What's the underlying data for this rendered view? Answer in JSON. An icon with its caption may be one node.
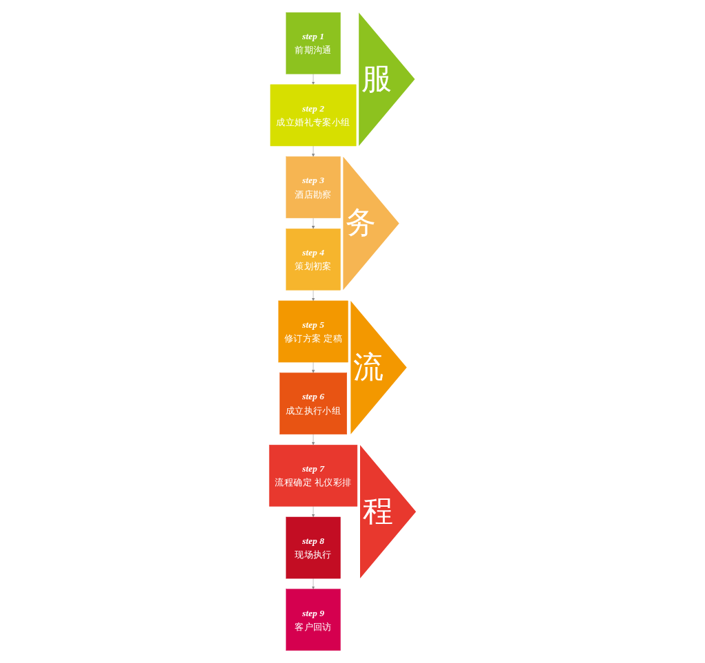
{
  "diagram": {
    "nodes": [
      {
        "text": [
          "step 1",
          "前期沟通"
        ]
      },
      {
        "text": [
          "step 2",
          "成立婚礼专案小组"
        ]
      },
      {
        "text": [
          "step 3",
          "酒店勘察"
        ]
      },
      {
        "text": [
          "step 4",
          "策划初案"
        ]
      },
      {
        "text": [
          "step 5",
          "修订方案 定稿"
        ]
      },
      {
        "text": [
          "step 6",
          "成立执行小组"
        ]
      },
      {
        "text": [
          "step 7",
          "流程确定 礼仪彩排"
        ]
      },
      {
        "text": [
          "step 8",
          "现场执行"
        ]
      },
      {
        "text": [
          "step 9",
          "客户回访"
        ]
      }
    ],
    "edges": [
      {
        "from": 0,
        "to": 1,
        "arrow": "to"
      },
      {
        "from": 1,
        "to": 2,
        "arrow": "to"
      },
      {
        "from": 2,
        "to": 3,
        "arrow": "to"
      },
      {
        "from": 3,
        "to": 4,
        "arrow": "to"
      },
      {
        "from": 4,
        "to": 5,
        "arrow": "to"
      },
      {
        "from": 5,
        "to": 6,
        "arrow": "to"
      },
      {
        "from": 6,
        "to": 7,
        "arrow": "to"
      },
      {
        "from": 7,
        "to": 8,
        "arrow": "to"
      }
    ],
    "labels": [
      "服",
      "务",
      "流",
      "程"
    ]
  }
}
